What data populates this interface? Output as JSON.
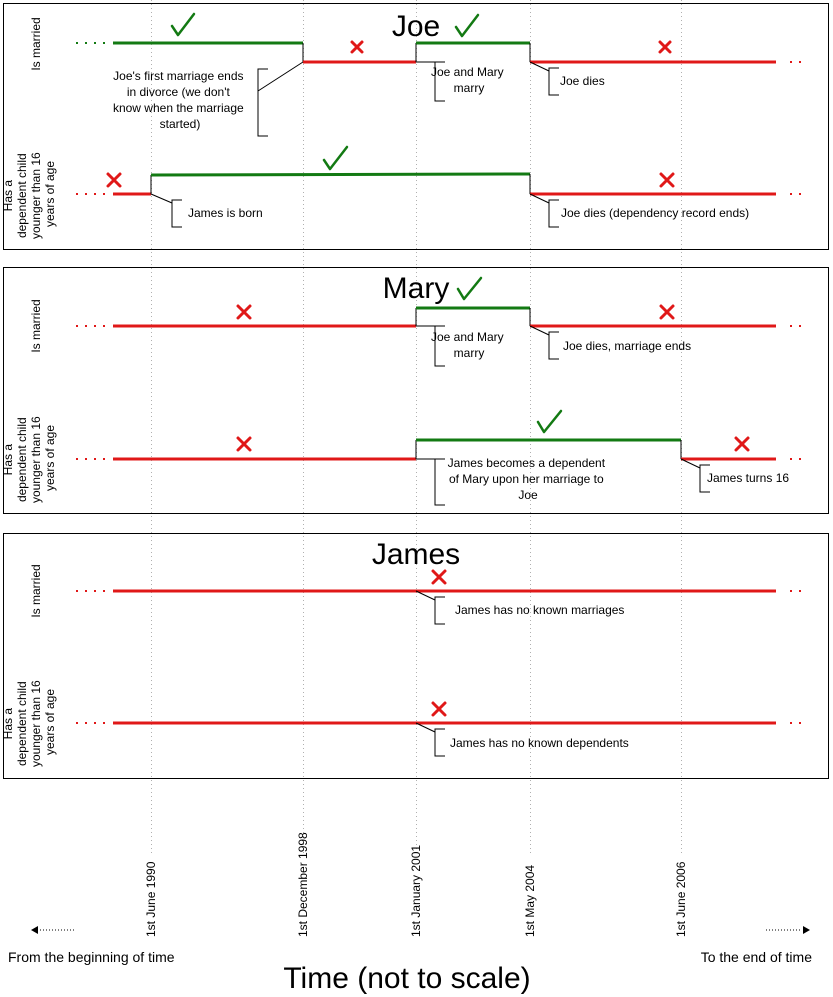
{
  "panels": [
    {
      "name": "Joe",
      "rows": [
        {
          "label_lines": [
            "Is married"
          ],
          "annotations": [
            {
              "lines": [
                "Joe's first marriage ends",
                "in divorce (we don't",
                "know when the marriage",
                "started)"
              ]
            },
            {
              "lines": [
                "Joe and Mary",
                "marry"
              ]
            },
            {
              "lines": [
                "Joe dies"
              ]
            }
          ]
        },
        {
          "label_lines": [
            "Has a",
            "dependent child",
            "younger than 16",
            "years of age"
          ],
          "annotations": [
            {
              "lines": [
                "James is born"
              ]
            },
            {
              "lines": [
                "Joe dies (dependency record ends)"
              ]
            }
          ]
        }
      ]
    },
    {
      "name": "Mary",
      "rows": [
        {
          "label_lines": [
            "Is married"
          ],
          "annotations": [
            {
              "lines": [
                "Joe and Mary",
                "marry"
              ]
            },
            {
              "lines": [
                "Joe dies, marriage ends"
              ]
            }
          ]
        },
        {
          "label_lines": [
            "Has a",
            "dependent child",
            "younger than 16",
            "years of age"
          ],
          "annotations": [
            {
              "lines": [
                "James becomes a dependent",
                "of Mary upon her marriage to",
                "Joe"
              ]
            },
            {
              "lines": [
                "James turns 16"
              ]
            }
          ]
        }
      ]
    },
    {
      "name": "James",
      "rows": [
        {
          "label_lines": [
            "Is married"
          ],
          "annotations": [
            {
              "lines": [
                "James has no known marriages"
              ]
            }
          ]
        },
        {
          "label_lines": [
            "Has a",
            "dependent child",
            "younger than 16",
            "years of age"
          ],
          "annotations": [
            {
              "lines": [
                "James has no known dependents"
              ]
            }
          ]
        }
      ]
    }
  ],
  "dates": [
    "1st June 1990",
    "1st December 1998",
    "1st January 2001",
    "1st May 2004",
    "1st June 2006"
  ],
  "axis": {
    "title": "Time (not to scale)",
    "left_label": "From the beginning of time",
    "right_label": "To the end of time"
  },
  "colors": {
    "true": "#137a13",
    "false": "#e01818"
  }
}
